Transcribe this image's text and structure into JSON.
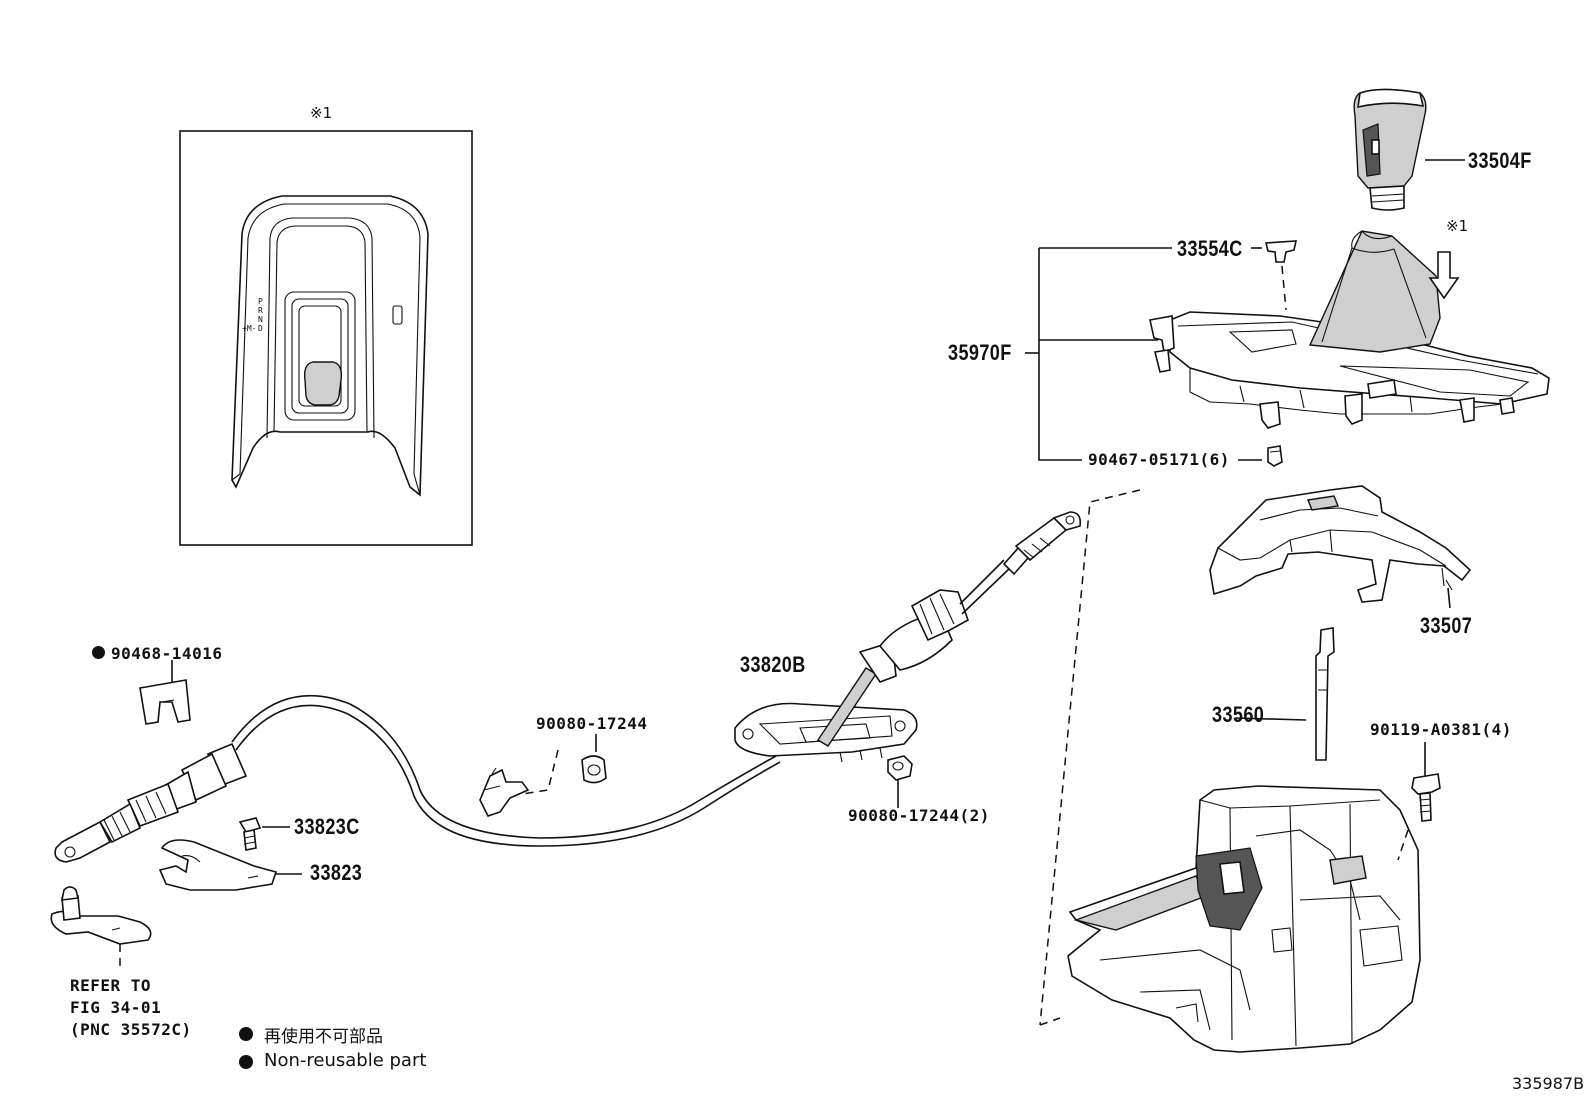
{
  "inset": {
    "mark": "※1",
    "shift_pattern": [
      "P",
      "R",
      "N",
      "D",
      "+M-"
    ]
  },
  "arrow_mark": "※1",
  "parts": {
    "p33504F": "33504F",
    "p33554C": "33554C",
    "p35970F": "35970F",
    "p90467": "90467-05171(6)",
    "p33507": "33507",
    "p33560": "33560",
    "p90119": "90119-A0381(4)",
    "p33820B": "33820B",
    "p90080a": "90080-17244",
    "p90080b": "90080-17244(2)",
    "p90468": "90468-14016",
    "p33823C": "33823C",
    "p33823": "33823"
  },
  "refer": {
    "line1": "REFER TO",
    "line2": "FIG 34-01",
    "line3": "(PNC 35572C)"
  },
  "legend": {
    "jp": "再使用不可部品",
    "en": "Non-reusable part"
  },
  "figure_id": "335987B"
}
